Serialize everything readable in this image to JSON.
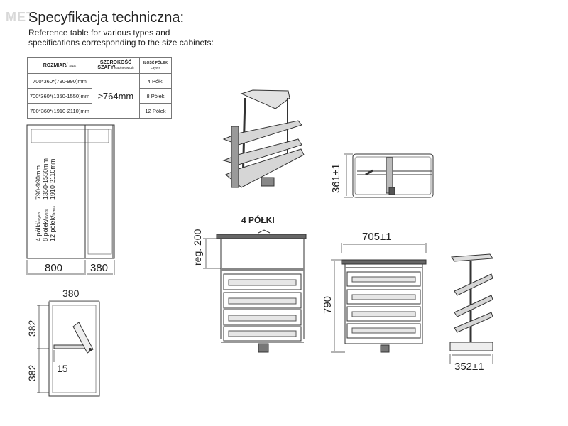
{
  "watermark": "MET",
  "header": {
    "title": "Specyfikacja techniczna:",
    "subtitle_line1": "Reference table for various types and",
    "subtitle_line2": "specifications corresponding to the size cabinets:"
  },
  "spec_table": {
    "col1_header": "ROZMIAR/",
    "col1_header_sub": "SIZE",
    "col2_header_line1": "SZEROKOŚĆ",
    "col2_header_line2": "SZAFY/",
    "col2_header_sub": "cabinet width",
    "col3_header_line1": "ILOŚĆ PÓŁEK",
    "col3_header_line2": "Layers",
    "cabinet_width": "≥764mm",
    "rows": [
      {
        "size": "700*360*(790-990)mm",
        "shelves": "4 Półki"
      },
      {
        "size": "700*360*(1350-1550)mm",
        "shelves": "8 Półek"
      },
      {
        "size": "700*360*(1910-2110)mm",
        "shelves": "12 Półek"
      }
    ]
  },
  "front_view": {
    "line_a": "4 półki/",
    "line_a_sub": "layers",
    "line_a_range": "790-990mm",
    "line_b": "8 półek/",
    "line_b_sub": "layers",
    "line_b_range": "1350-1550mm",
    "line_c": "12 półek/",
    "line_c_sub": "layers",
    "line_c_range": "1910-2110mm",
    "width": "800",
    "depth": "380"
  },
  "top_view": {
    "width": "380",
    "upper": "382",
    "lower": "382",
    "gap": "15"
  },
  "product_front": {
    "title": "4 PÓŁKI",
    "reg": "reg. 200"
  },
  "side_view": {
    "width": "705±1",
    "height": "790"
  },
  "top_detail": {
    "height": "361±1"
  },
  "profile_view": {
    "depth": "352±1"
  },
  "colors": {
    "line": "#333333",
    "shelf_fill": "#cfcfcf",
    "dark": "#555555"
  }
}
